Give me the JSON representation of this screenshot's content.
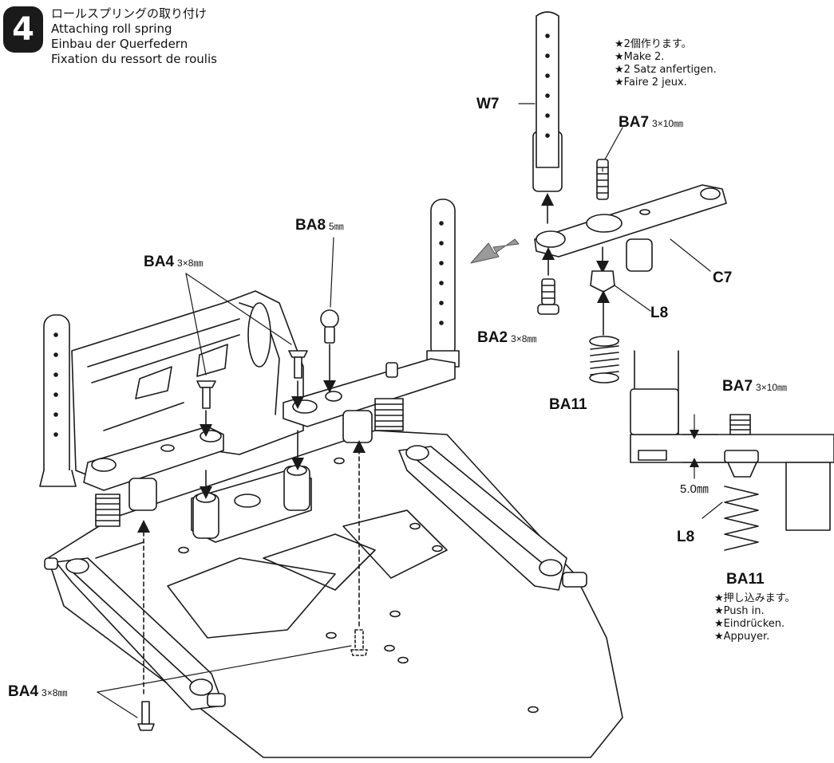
{
  "step": {
    "number": "4"
  },
  "title": {
    "ja": "ロールスプリングの取り付け",
    "en": "Attaching roll spring",
    "de": "Einbau der Querfedern",
    "fr": "Fixation du ressort de roulis"
  },
  "note_make2": [
    "★2個作ります。",
    "★Make 2.",
    "★2 Satz anfertigen.",
    "★Faire 2 jeux."
  ],
  "note_push": [
    "★押し込みます。",
    "★Push in.",
    "★Eindrücken.",
    "★Appuyer."
  ],
  "parts": {
    "w7": "W7",
    "ba7": "BA7",
    "ba7_size": "3×10㎜",
    "c7": "C7",
    "l8": "L8",
    "ba2": "BA2",
    "ba2_size": "3×8㎜",
    "ba11": "BA11",
    "ba8": "BA8",
    "ba8_size": "5㎜",
    "ba4_top": "BA4",
    "ba4_top_size": "3×8㎜",
    "ba4_bottom": "BA4",
    "ba4_bottom_size": "3×8㎜"
  },
  "detail": {
    "ba7": "BA7",
    "ba7_size": "3×10㎜",
    "dimension": "5.0㎜",
    "l8": "L8",
    "ba11": "BA11"
  },
  "colors": {
    "ink": "#1a1a1a",
    "arrow_fill": "#9a9a9a",
    "panel": "#ffffff"
  }
}
